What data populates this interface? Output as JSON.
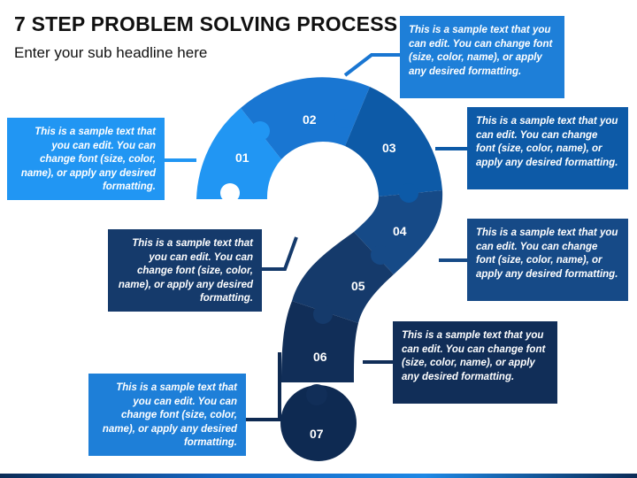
{
  "title": "7 STEP PROBLEM SOLVING PROCESS",
  "subtitle": "Enter your sub headline here",
  "colors": {
    "s01": "#2196f3",
    "s02": "#1976d2",
    "s03": "#0d5aa7",
    "s04": "#164a87",
    "s05": "#153a6b",
    "s06": "#112e58",
    "s07": "#0e2a52"
  },
  "steps": [
    {
      "number": "01",
      "text": "This is a sample text that you can edit. You can change font (size, color, name), or apply any desired formatting."
    },
    {
      "number": "02",
      "text": "This is a sample text that you can edit. You can change font (size, color, name), or apply any desired formatting."
    },
    {
      "number": "03",
      "text": "This is a sample text that you can edit. You can change font (size, color, name), or apply any desired formatting."
    },
    {
      "number": "04",
      "text": "This is a sample text that you can edit. You can change font (size, color, name), or apply any desired formatting."
    },
    {
      "number": "05",
      "text": "This is a sample text that you can edit. You can change font (size, color, name), or apply any desired formatting."
    },
    {
      "number": "06",
      "text": "This is a sample text that you can edit. You can change font (size, color, name), or apply any desired formatting."
    },
    {
      "number": "07",
      "text": "This is a sample text that you can edit. You can change font (size, color, name), or apply any desired formatting."
    }
  ]
}
